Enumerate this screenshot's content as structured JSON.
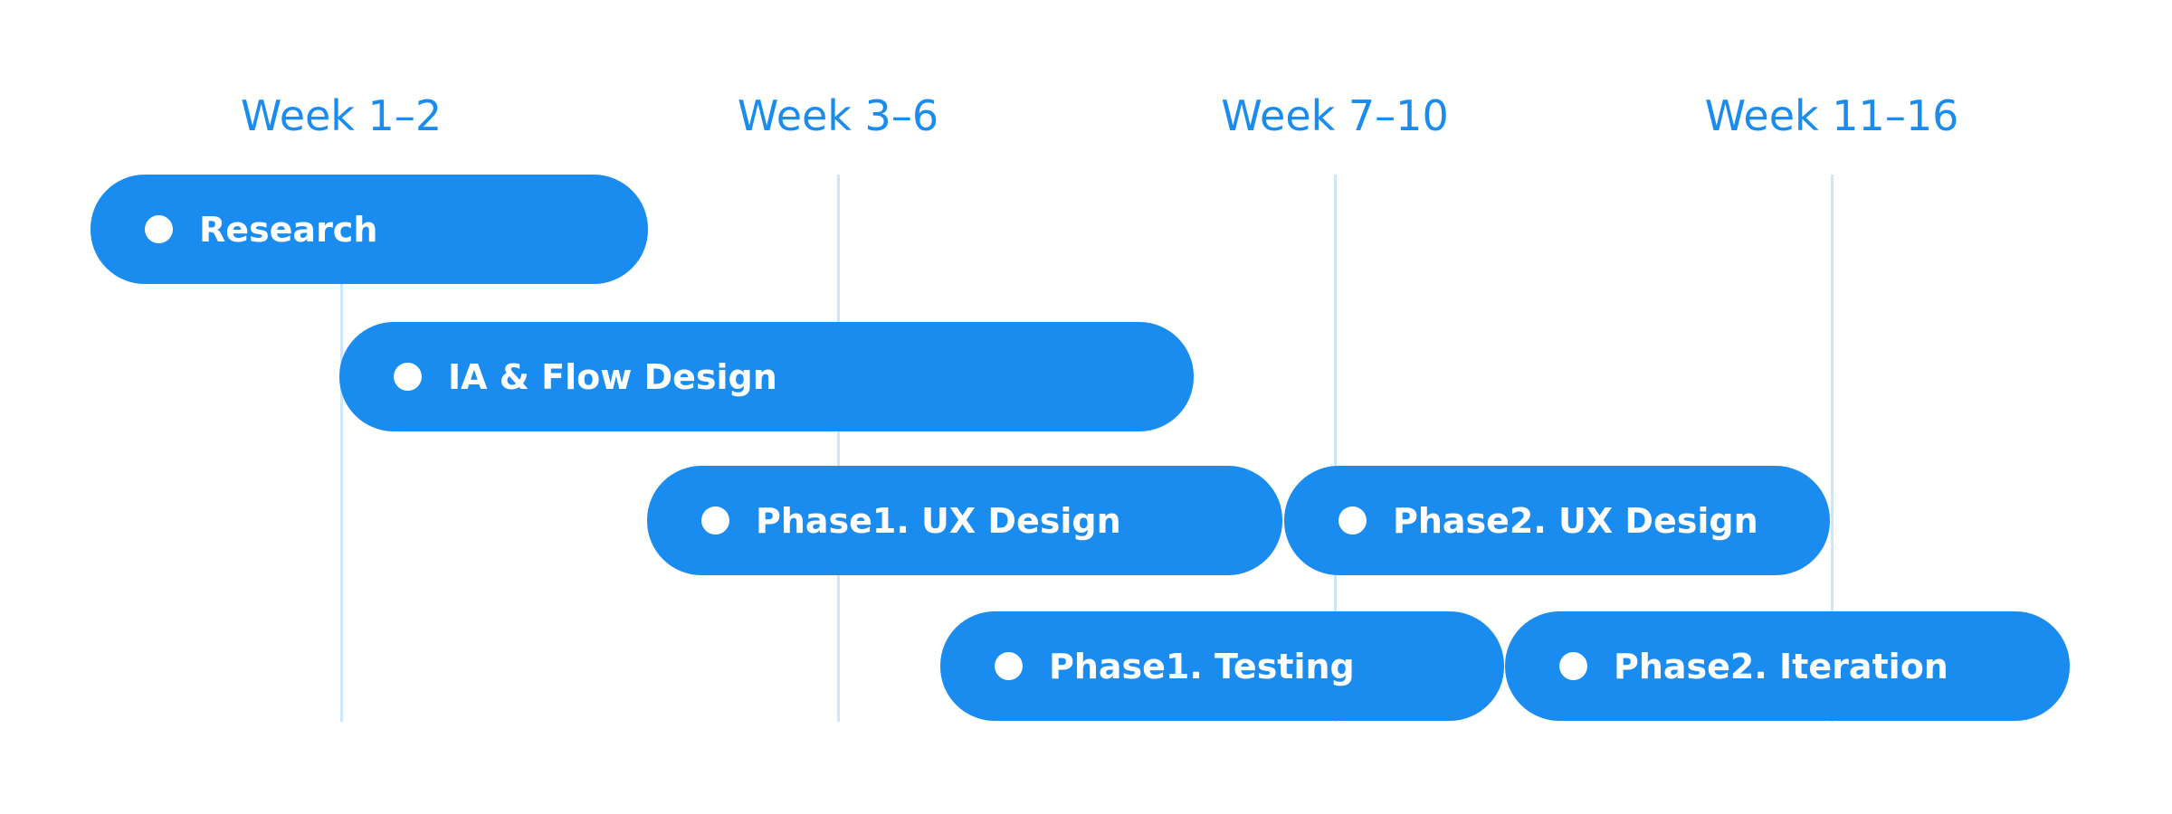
{
  "colors": {
    "accent": "#1a8cf0",
    "grid": "#cfe6fa",
    "background": "#ffffff"
  },
  "weeks": [
    {
      "label": "Week 1–2"
    },
    {
      "label": "Week 3–6"
    },
    {
      "label": "Week 7–10"
    },
    {
      "label": "Week 11–16"
    }
  ],
  "tasks": [
    {
      "label": "Research"
    },
    {
      "label": "IA & Flow Design"
    },
    {
      "label": "Phase1. UX Design"
    },
    {
      "label": "Phase2. UX Design"
    },
    {
      "label": "Phase1. Testing"
    },
    {
      "label": "Phase2. Iteration"
    }
  ]
}
